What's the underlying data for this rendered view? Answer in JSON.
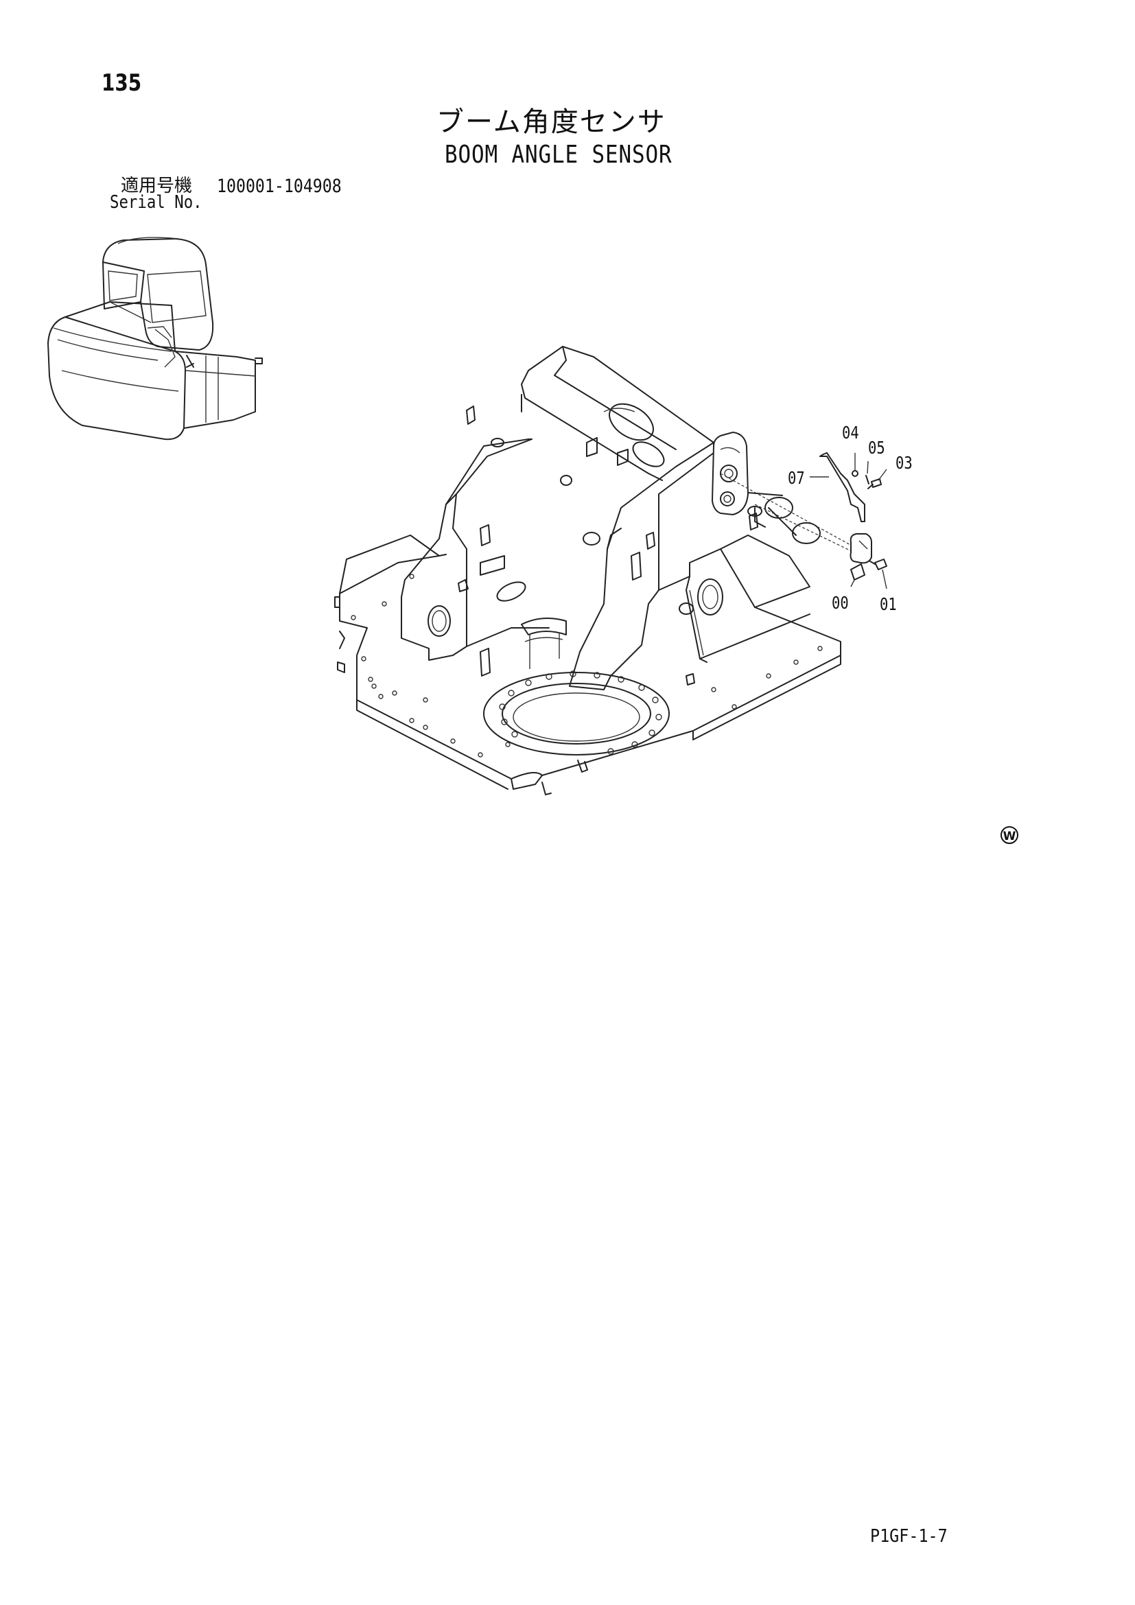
{
  "page_number": "135",
  "title_jp": "ブーム角度センサ",
  "title_en": "BOOM ANGLE SENSOR",
  "serial": {
    "label_jp": "適用号機",
    "label_en": "Serial No.",
    "range": "100001-104908"
  },
  "callouts": [
    "04",
    "05",
    "03",
    "07",
    "00",
    "01"
  ],
  "watermark_symbol": "W",
  "doc_code": "P1GF-1-7",
  "icons": [
    "machine-location-thumbnail",
    "boom-bracket-frame-drawing",
    "circled-w-mark"
  ]
}
